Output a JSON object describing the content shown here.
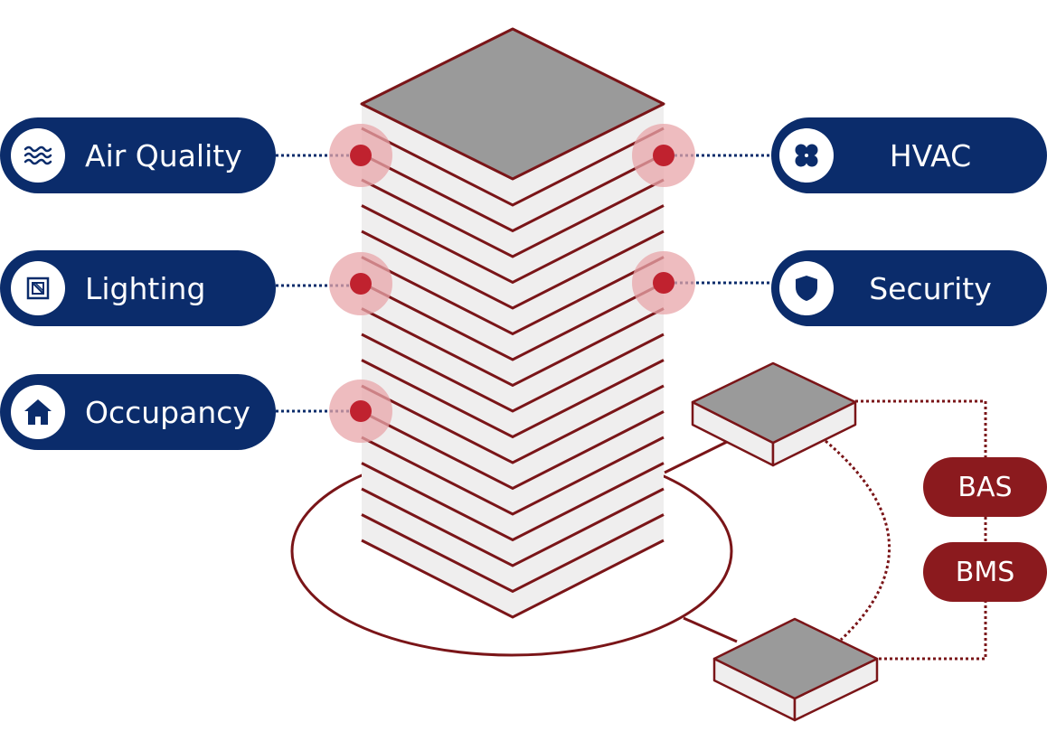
{
  "left_labels": {
    "air_quality": "Air Quality",
    "lighting": "Lighting",
    "occupancy": "Occupancy"
  },
  "right_labels": {
    "hvac": "HVAC",
    "security": "Security"
  },
  "systems": {
    "bas": "BAS",
    "bms": "BMS"
  },
  "colors": {
    "navy": "#0b2c6b",
    "maroon": "#8b1a1e",
    "sensor_dot": "#c0222f",
    "sensor_halo": "#e8a5aa",
    "building_face": "#efeeee",
    "roof": "#9a9a9a"
  },
  "icons": {
    "air_quality": "waves-icon",
    "lighting": "light-panel-icon",
    "occupancy": "home-icon",
    "hvac": "fan-icon",
    "security": "shield-icon"
  }
}
